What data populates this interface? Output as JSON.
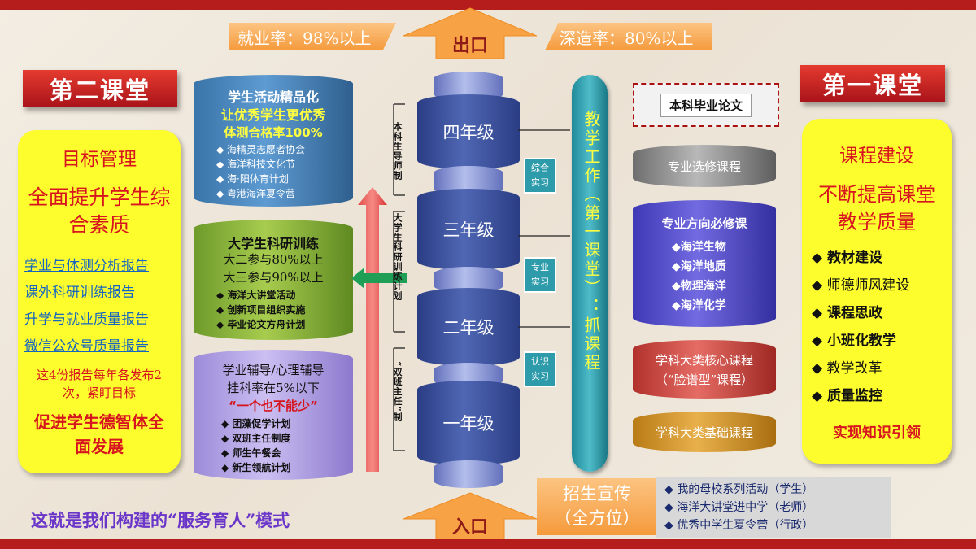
{
  "top": {
    "left_banner": "就业率：98%以上",
    "right_banner": "深造率：80%以上",
    "exit_label": "出口"
  },
  "bottom": {
    "entry_label": "入口",
    "recruit_banner": [
      "招生宣传",
      "（全方位）"
    ],
    "recruit_items": [
      "◆ 我的母校系列活动（学生）",
      "◆ 海洋大讲堂进中学（老师）",
      "◆ 优秀中学生夏令营（行政）"
    ],
    "slogan": "这就是我们构建的“服务育人”模式"
  },
  "second_classroom": {
    "title": "第二课堂",
    "panel": {
      "heading": "目标管理",
      "subheading": "全面提升学生综合素质",
      "links": [
        "学业与体测分析报告",
        "课外科研训练报告",
        "升学与就业质量报告",
        "微信公众号质量报告"
      ],
      "note": "这4份报告每年各发布2次，紧盯目标",
      "footer": "促进学生德智体全面发展"
    }
  },
  "cylinders_left": {
    "top": {
      "title": "学生活动精品化",
      "subtitle": "让优秀学生更优秀",
      "highlight": "体测合格率100%",
      "items": [
        "◆ 海精灵志愿者协会",
        "◆ 海洋科技文化节",
        "◆ 海·阳体育计划",
        "◆ 粤港海洋夏令营"
      ]
    },
    "middle": {
      "title": "大学生科研训练",
      "line1": "大二参与80%以上",
      "line2": "大三参与90%以上",
      "items": [
        "◆ 海洋大讲堂活动",
        "◆ 创新项目组织实施",
        "◆ 毕业论文方舟计划"
      ]
    },
    "bottom": {
      "title": "学业辅导/心理辅导",
      "line1": "挂科率在5%以下",
      "highlight": "“一个也不能少”",
      "items": [
        "◆ 团藻促学计划",
        "◆ 双班主任制度",
        "◆ 师生午餐会",
        "◆ 新生领航计划"
      ]
    }
  },
  "vertical_labels": {
    "mentor": "本科生导师制",
    "research": "大学生科研训练计划",
    "dual": "“双班主任”制"
  },
  "grades": [
    "四年级",
    "三年级",
    "二年级",
    "一年级"
  ],
  "practice_tags": [
    [
      "综合",
      "实习"
    ],
    [
      "专业",
      "实习"
    ],
    [
      "认识",
      "实习"
    ]
  ],
  "teaching_bar": "教学工作（第一课堂）：抓课程",
  "courses": {
    "thesis": "本科毕业论文",
    "elective": "专业选修课程",
    "required_title": "专业方向必修课",
    "required_items": [
      "◆海洋生物",
      "◆海洋地质",
      "◆物理海洋",
      "◆海洋化学"
    ],
    "core": [
      "学科大类核心课程",
      "（“脸谱型”课程）"
    ],
    "basic": "学科大类基础课程"
  },
  "first_classroom": {
    "title": "第一课堂",
    "panel": {
      "heading": "课程建设",
      "subheading": "不断提高课堂教学质量",
      "items": [
        "◆ 教材建设",
        "◆ 师德师风建设",
        "◆ 课程思政",
        "◆ 小班化教学",
        "◆ 教学改革",
        "◆ 质量监控"
      ],
      "bold_flags": [
        true,
        false,
        true,
        true,
        false,
        true
      ],
      "footer": "实现知识引领"
    }
  },
  "colors": {
    "red_title": "#c0161c",
    "yellow_panel": "#fdfd2e",
    "grade_blue": "#3a4c98",
    "teal": "#2e9bab",
    "purple": "#6a35c9",
    "accent_red": "#c0161c",
    "green_arrow": "#1f9e55"
  }
}
